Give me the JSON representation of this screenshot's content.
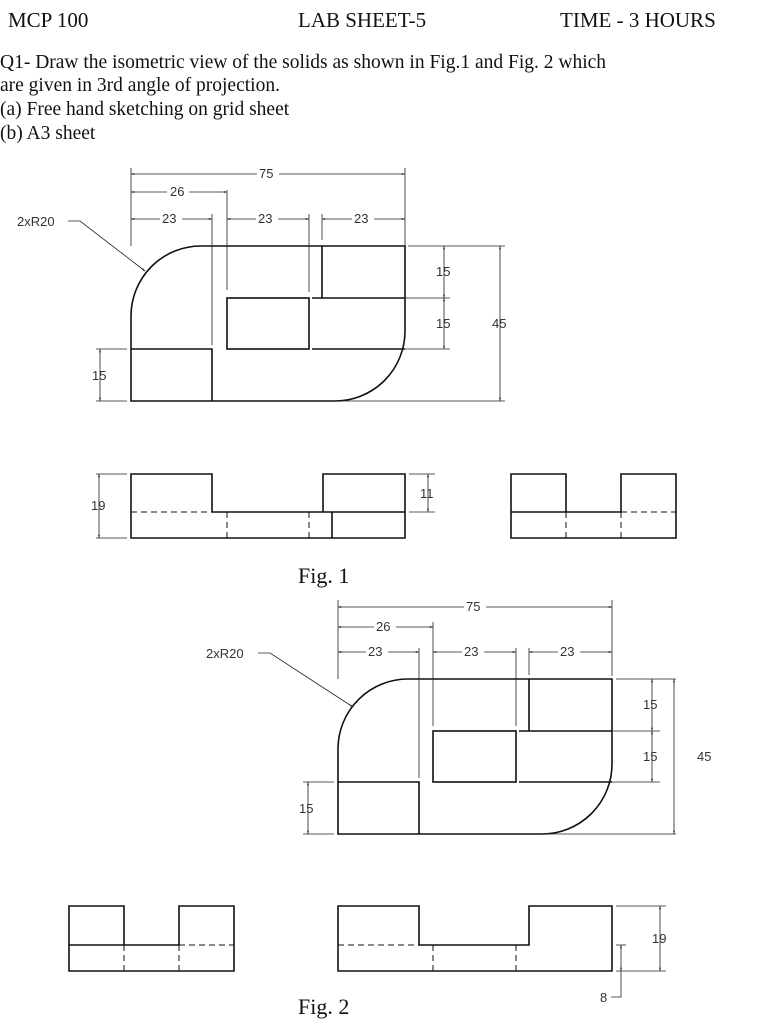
{
  "header": {
    "course": "MCP 100",
    "title": "LAB SHEET-5",
    "time": "TIME - 3 HOURS"
  },
  "question": {
    "line1": "Q1- Draw the isometric view of the solids as shown in Fig.1 and Fig. 2 which",
    "line2": "are given in 3rd angle of projection.",
    "part_a": "(a) Free hand sketching on grid sheet",
    "part_b": "(b) A3 sheet"
  },
  "fig1": {
    "caption": "Fig. 1",
    "top_view_dims": {
      "overall": "75",
      "first": "26",
      "w1": "23",
      "w2": "23",
      "w3": "23",
      "radius": "2xR20",
      "h_upper": "15",
      "h_lower": "15",
      "h_total": "45",
      "h_left": "15"
    },
    "front_view_dims": {
      "height": "19",
      "step": "11"
    }
  },
  "fig2": {
    "caption": "Fig. 2",
    "top_view_dims": {
      "overall": "75",
      "first": "26",
      "w1": "23",
      "w2": "23",
      "w3": "23",
      "radius": "2xR20",
      "h_upper": "15",
      "h_lower": "15",
      "h_total": "45",
      "h_left": "15"
    },
    "front_view_dims": {
      "height": "19",
      "base": "8"
    }
  }
}
